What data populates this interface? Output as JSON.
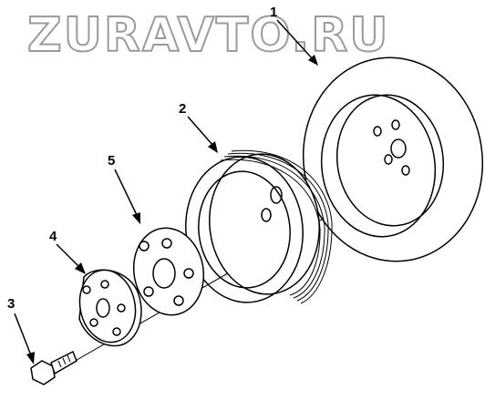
{
  "watermark": {
    "text": "ZURAVTO.RU"
  },
  "callouts": [
    {
      "id": "1",
      "label": "1"
    },
    {
      "id": "2",
      "label": "2"
    },
    {
      "id": "3",
      "label": "3"
    },
    {
      "id": "4",
      "label": "4"
    },
    {
      "id": "5",
      "label": "5"
    }
  ]
}
